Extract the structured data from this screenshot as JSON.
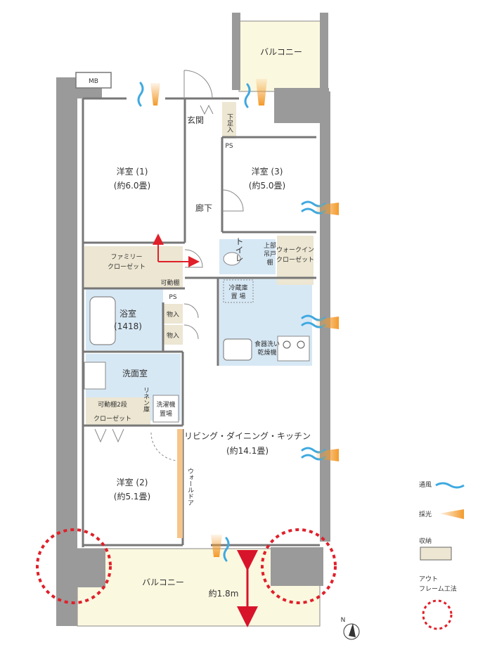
{
  "rooms": {
    "balcony_top": "バルコニー",
    "mb": "MB",
    "genkan": "玄関",
    "shoes": "下足入",
    "ps_top": "PS",
    "western1_name": "洋室 (1)",
    "western1_size": "(約6.0畳)",
    "western3_name": "洋室 (3)",
    "western3_size": "(約5.0畳)",
    "corridor": "廊下",
    "family_closet_1": "ファミリー",
    "family_closet_2": "クローゼット",
    "movable_shelf": "可動棚",
    "toilet": "トイレ",
    "upper_shelf_1": "上部",
    "upper_shelf_2": "吊戸",
    "upper_shelf_3": "棚",
    "walkin_1": "ウォークイン",
    "walkin_2": "クローゼット",
    "ps_mid": "PS",
    "fridge_1": "冷蔵庫",
    "fridge_2": "置 場",
    "bath_name": "浴室",
    "bath_size": "(1418)",
    "storage_1": "物入",
    "storage_2": "物入",
    "dishwasher_1": "食器洗い",
    "dishwasher_2": "乾燥機",
    "washroom": "洗面室",
    "shelf2_label": "可動棚2段",
    "closet_label": "クローゼット",
    "linen": "リネン庫",
    "washer_1": "洗濯機",
    "washer_2": "置場",
    "ldk_name": "リビング・ダイニング・キッチン",
    "ldk_size": "(約14.1畳)",
    "wall_door": "ウォールドア",
    "western2_name": "洋室 (2)",
    "western2_size": "(約5.1畳)",
    "balcony_bottom": "バルコニー",
    "balcony_depth": "約1.8m",
    "north": "N"
  },
  "legend": {
    "wind": "通風",
    "light": "採光",
    "storage": "収納",
    "outframe_1": "アウト",
    "outframe_2": "フレーム工法"
  },
  "colors": {
    "wind": "#3fa9e0",
    "light": "#f39a2b",
    "storage": "#ece6d2",
    "balcony": "#fbf8e0",
    "wet_area": "#d7e8f5",
    "wall": "#9a9a9a",
    "outframe": "#e0202a",
    "wall_door": "#f6c58a"
  }
}
